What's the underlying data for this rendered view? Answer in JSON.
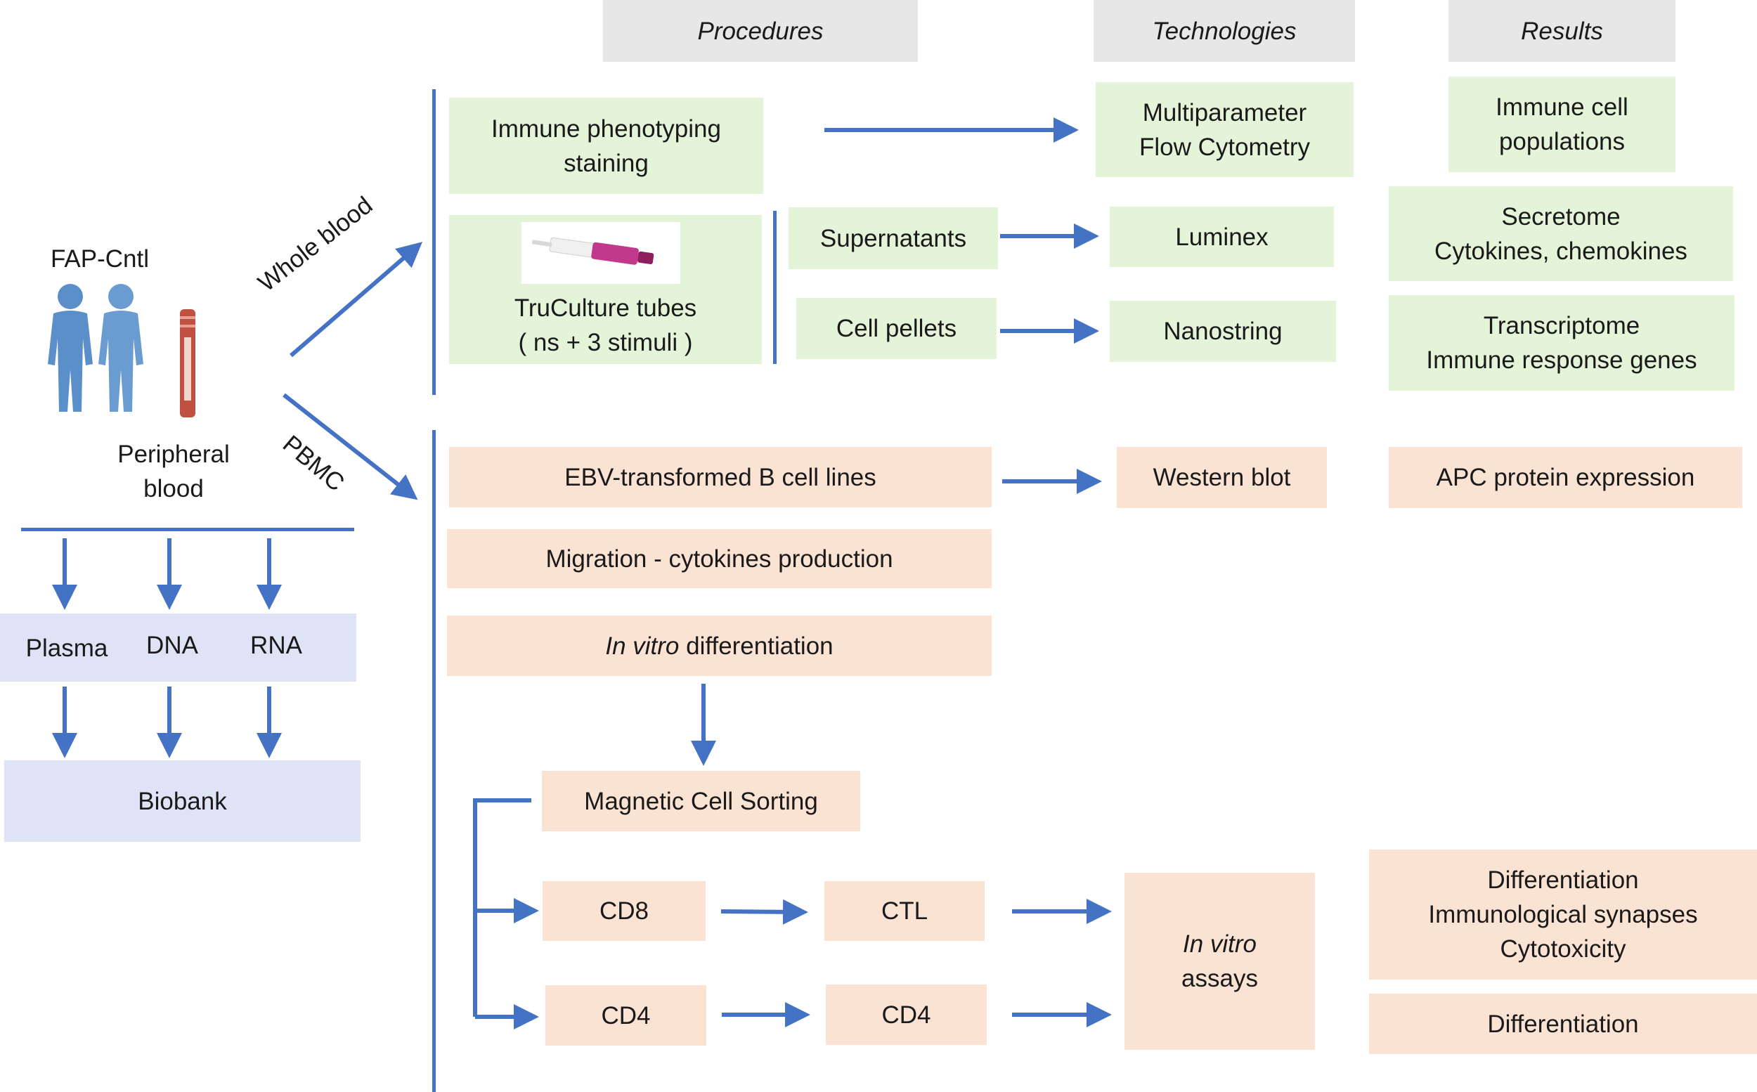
{
  "headers": {
    "procedures": "Procedures",
    "technologies": "Technologies",
    "results": "Results"
  },
  "left": {
    "group_label": "FAP-Cntl",
    "sample_label_1": "Peripheral",
    "sample_label_2": "blood",
    "branch_whole_blood": "Whole blood",
    "branch_pbmc": "PBMC",
    "fractions": [
      "Plasma",
      "DNA",
      "RNA"
    ],
    "biobank": "Biobank"
  },
  "whole_blood": {
    "immune_staining_1": "Immune phenotyping",
    "immune_staining_2": "staining",
    "truculture_1": "TruCulture tubes",
    "truculture_2": "( ns  + 3 stimuli )",
    "supernatants": "Supernatants",
    "cell_pellets": "Cell pellets",
    "tech_flow_1": "Multiparameter",
    "tech_flow_2": "Flow Cytometry",
    "tech_luminex": "Luminex",
    "tech_nanostring": "Nanostring",
    "res_cells_1": "Immune cell",
    "res_cells_2": "populations",
    "res_secretome_1": "Secretome",
    "res_secretome_2": "Cytokines, chemokines",
    "res_transcriptome_1": "Transcriptome",
    "res_transcriptome_2": "Immune response genes"
  },
  "pbmc": {
    "ebv": "EBV-transformed B cell lines",
    "migration": "Migration - cytokines production",
    "in_vitro_diff_italic": "In vitro",
    "in_vitro_diff_rest": " differentiation",
    "macs": "Magnetic  Cell Sorting",
    "cd8": "CD8",
    "ctl": "CTL",
    "cd4_a": "CD4",
    "cd4_b": "CD4",
    "assays_italic": "In vitro",
    "assays_rest": "assays",
    "tech_western": "Western blot",
    "res_apc": "APC protein expression",
    "res_diff_1": "Differentiation",
    "res_diff_2": "Immunological synapses",
    "res_diff_3": "Cytotoxicity",
    "res_diff_only": "Differentiation"
  },
  "colors": {
    "arrow": "#4472c4",
    "green": "#e3f4d9",
    "orange": "#fbe3d3",
    "blue": "#dee3f6",
    "header": "#e7e7e7",
    "person": "#5b8fc9",
    "tube": "#c0503f"
  }
}
